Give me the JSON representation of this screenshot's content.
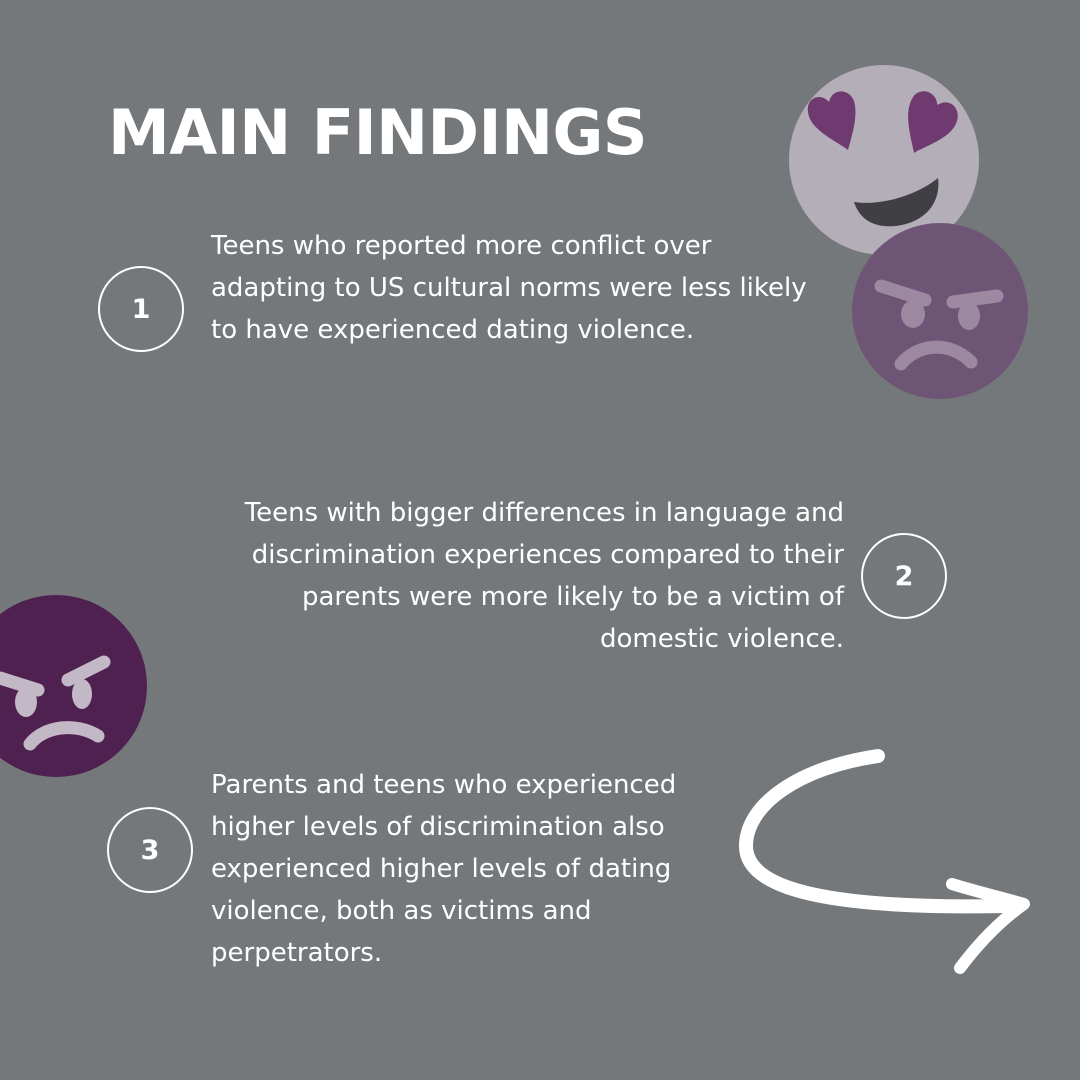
{
  "title": "MAIN FINDINGS",
  "findings": [
    {
      "number": "1",
      "text": "Teens who reported more conflict over adapting to US cultural norms were less likely to have experienced dating violence."
    },
    {
      "number": "2",
      "text": "Teens with bigger differences in language and discrimination experiences compared to their parents were more likely to be a victim of domestic violence."
    },
    {
      "number": "3",
      "text": "Parents and teens who experienced higher levels of discrimination also experienced higher levels of dating violence, both as victims and perpetrators."
    }
  ],
  "icons": {
    "heart_eyes_emoji": "heart-eyes-emoji-icon",
    "angry_emoji_top": "angry-face-icon",
    "angry_emoji_left": "angry-face-icon",
    "curved_arrow": "curved-arrow-icon"
  },
  "colors": {
    "background": "#75787b",
    "text": "#ffffff",
    "heart_eyes_face": "#b3aeb8",
    "heart": "#6e3a6f",
    "mouth": "#3f3f44",
    "angry_face_light": "#6e5475",
    "angry_features_light": "#9c89a1",
    "angry_face_dark": "#4f2150",
    "angry_features_dark": "#c2b8c6"
  }
}
